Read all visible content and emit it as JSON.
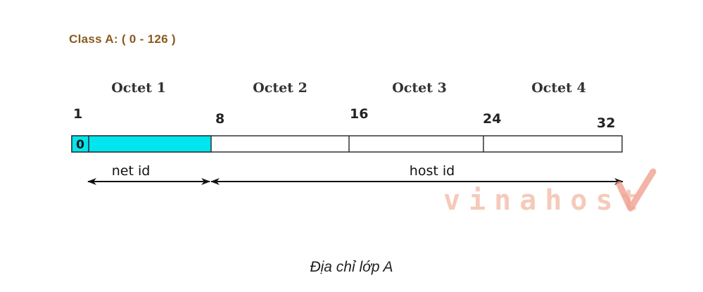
{
  "title": "Class A: ( 0 - 126 )",
  "octets": [
    "Octet 1",
    "Octet 2",
    "Octet 3",
    "Octet 4"
  ],
  "bit_positions": [
    "1",
    "8",
    "16",
    "24",
    "32"
  ],
  "first_bit_value": "0",
  "segments": {
    "net_label": "net id",
    "host_label": "host id"
  },
  "watermark": "vinahost",
  "caption": "Địa chỉ lớp A",
  "colors": {
    "title": "#8a5a1e",
    "net_fill": "#00e5ee",
    "box_stroke": "#333333",
    "watermark": "#f2b9a5"
  }
}
